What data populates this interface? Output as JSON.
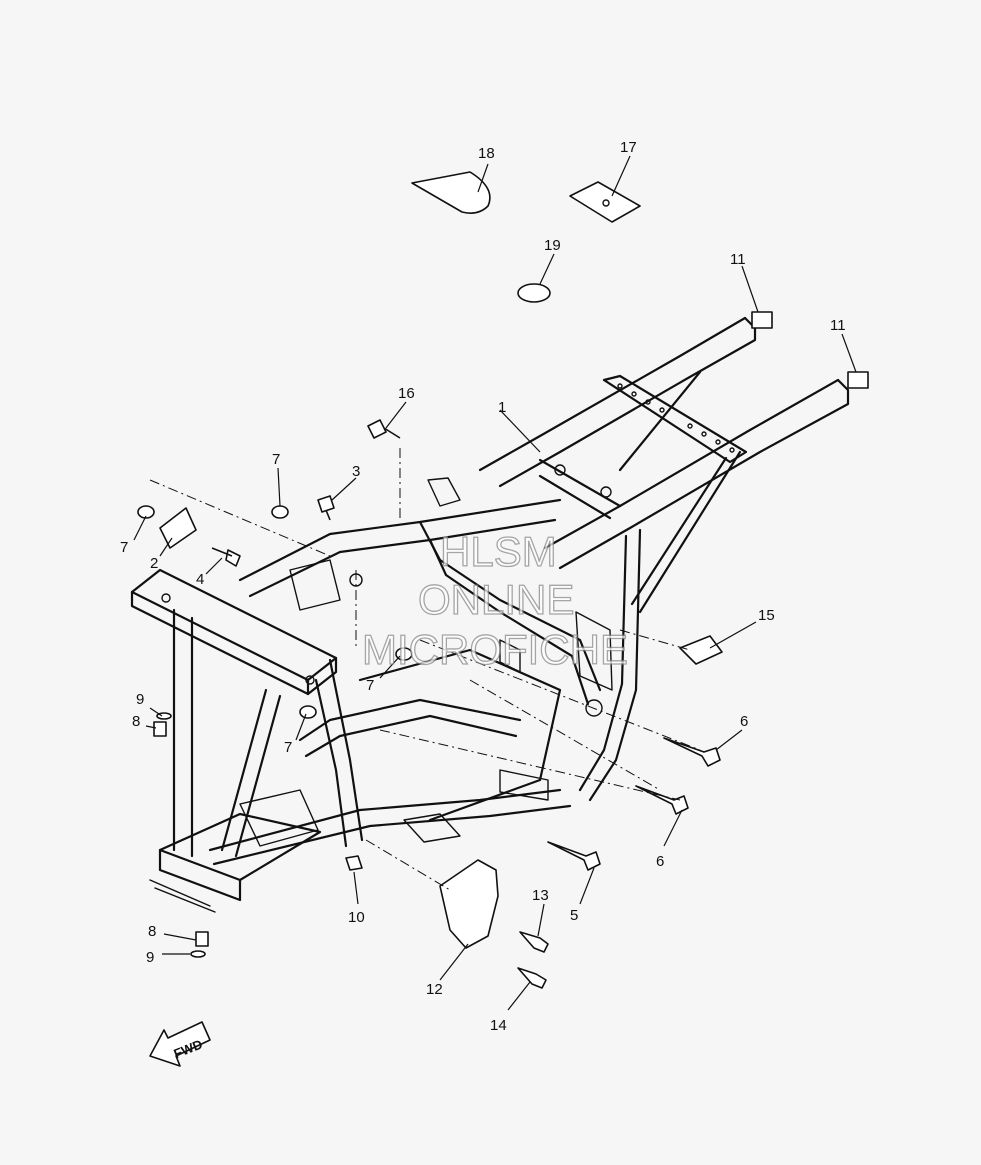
{
  "watermark": {
    "line1": "HLSM",
    "line2": "ONLINE",
    "line3": "MICROFICHE"
  },
  "direction_label": "FWD",
  "callouts": [
    {
      "id": "c1",
      "label": "1"
    },
    {
      "id": "c2",
      "label": "2"
    },
    {
      "id": "c3",
      "label": "3"
    },
    {
      "id": "c4",
      "label": "4"
    },
    {
      "id": "c5",
      "label": "5"
    },
    {
      "id": "c6a",
      "label": "6"
    },
    {
      "id": "c6b",
      "label": "6"
    },
    {
      "id": "c7a",
      "label": "7"
    },
    {
      "id": "c7b",
      "label": "7"
    },
    {
      "id": "c7c",
      "label": "7"
    },
    {
      "id": "c7d",
      "label": "7"
    },
    {
      "id": "c8a",
      "label": "8"
    },
    {
      "id": "c8b",
      "label": "8"
    },
    {
      "id": "c9a",
      "label": "9"
    },
    {
      "id": "c9b",
      "label": "9"
    },
    {
      "id": "c10",
      "label": "10"
    },
    {
      "id": "c11a",
      "label": "11"
    },
    {
      "id": "c11b",
      "label": "11"
    },
    {
      "id": "c12",
      "label": "12"
    },
    {
      "id": "c13",
      "label": "13"
    },
    {
      "id": "c14",
      "label": "14"
    },
    {
      "id": "c15",
      "label": "15"
    },
    {
      "id": "c16",
      "label": "16"
    },
    {
      "id": "c17",
      "label": "17"
    },
    {
      "id": "c18",
      "label": "18"
    },
    {
      "id": "c19",
      "label": "19"
    }
  ]
}
